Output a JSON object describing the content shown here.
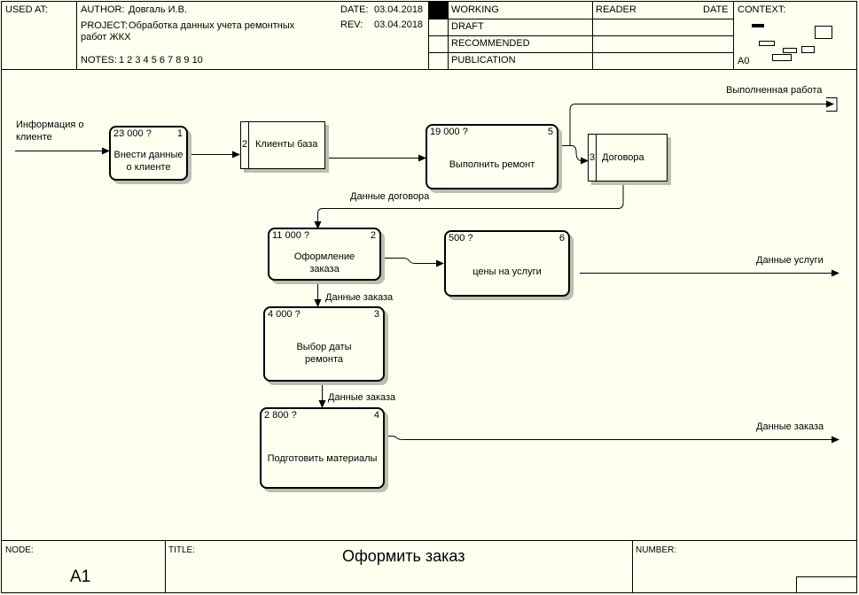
{
  "header": {
    "used_at_label": "USED AT:",
    "author_label": "AUTHOR:",
    "author_value": "Довгаль И.В.",
    "project_label": "PROJECT:",
    "project_value_line1": "Обработка данных учета ремонтных",
    "project_value_line2": "работ ЖКХ",
    "notes_label": "NOTES:",
    "notes_value": "1  2  3  4  5  6  7  8  9  10",
    "date_label": "DATE:",
    "date_value": "03.04.2018",
    "rev_label": "REV:",
    "rev_value": "03.04.2018",
    "status_working": "WORKING",
    "status_draft": "DRAFT",
    "status_recommended": "RECOMMENDED",
    "status_publication": "PUBLICATION",
    "reader_label": "READER",
    "reader_date_label": "DATE",
    "context_label": "CONTEXT:",
    "context_node": "A0"
  },
  "diagram": {
    "activities": [
      {
        "id": "a1",
        "cost": "23 000 ?",
        "number": "1",
        "line1": "Внести данные",
        "line2": "о клиенте"
      },
      {
        "id": "a5",
        "cost": "19 000 ?",
        "number": "5",
        "line1": "Выполнить ремонт",
        "line2": ""
      },
      {
        "id": "a2",
        "cost": "11 000 ?",
        "number": "2",
        "line1": "Оформление",
        "line2": "заказа"
      },
      {
        "id": "a6",
        "cost": "500 ?",
        "number": "6",
        "line1": "цены на услуги",
        "line2": ""
      },
      {
        "id": "a3",
        "cost": "4 000 ?",
        "number": "3",
        "line1": "Выбор даты",
        "line2": "ремонта"
      },
      {
        "id": "a4",
        "cost": "2 800 ?",
        "number": "4",
        "line1": "Подготовить материалы",
        "line2": ""
      }
    ],
    "stores": [
      {
        "id": "s2",
        "number": "2",
        "label": "Клиенты база"
      },
      {
        "id": "s3",
        "number": "3",
        "label": "Договора"
      }
    ],
    "arrows": {
      "input_line1": "Информация о",
      "input_line2": "клиенте",
      "completed_work": "Выполненная работа",
      "contract_data": "Данные договора",
      "order_data_1": "Данные заказа",
      "order_data_2": "Данные заказа",
      "services_data": "Данные услуги",
      "order_data_out": "Данные заказа"
    }
  },
  "footer": {
    "node_label": "NODE:",
    "node_value": "A1",
    "title_label": "TITLE:",
    "title_value": "Оформить  заказ",
    "number_label": "NUMBER:"
  }
}
